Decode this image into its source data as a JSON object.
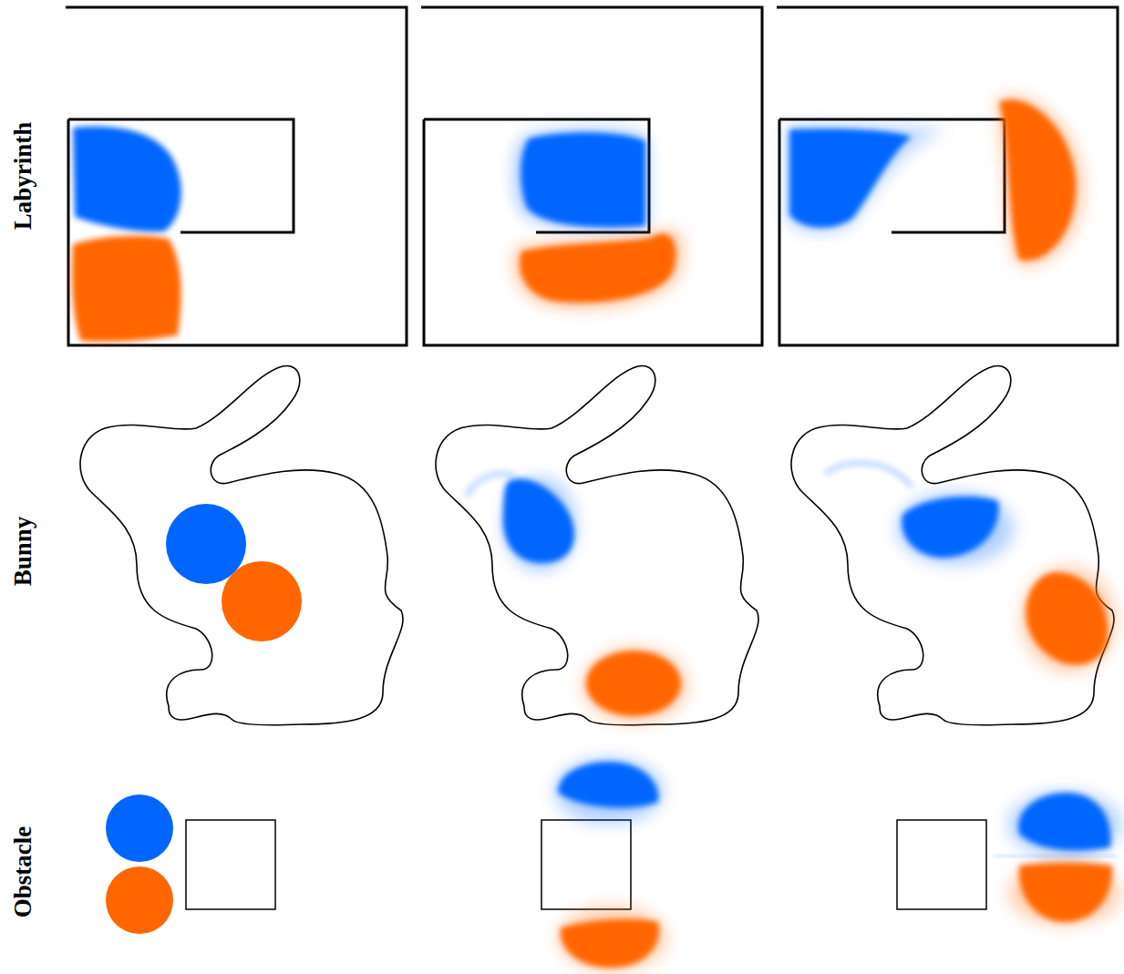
{
  "diagram": {
    "labels": [
      "Labyrinth",
      "Bunny",
      "Obstacle"
    ]
  }
}
